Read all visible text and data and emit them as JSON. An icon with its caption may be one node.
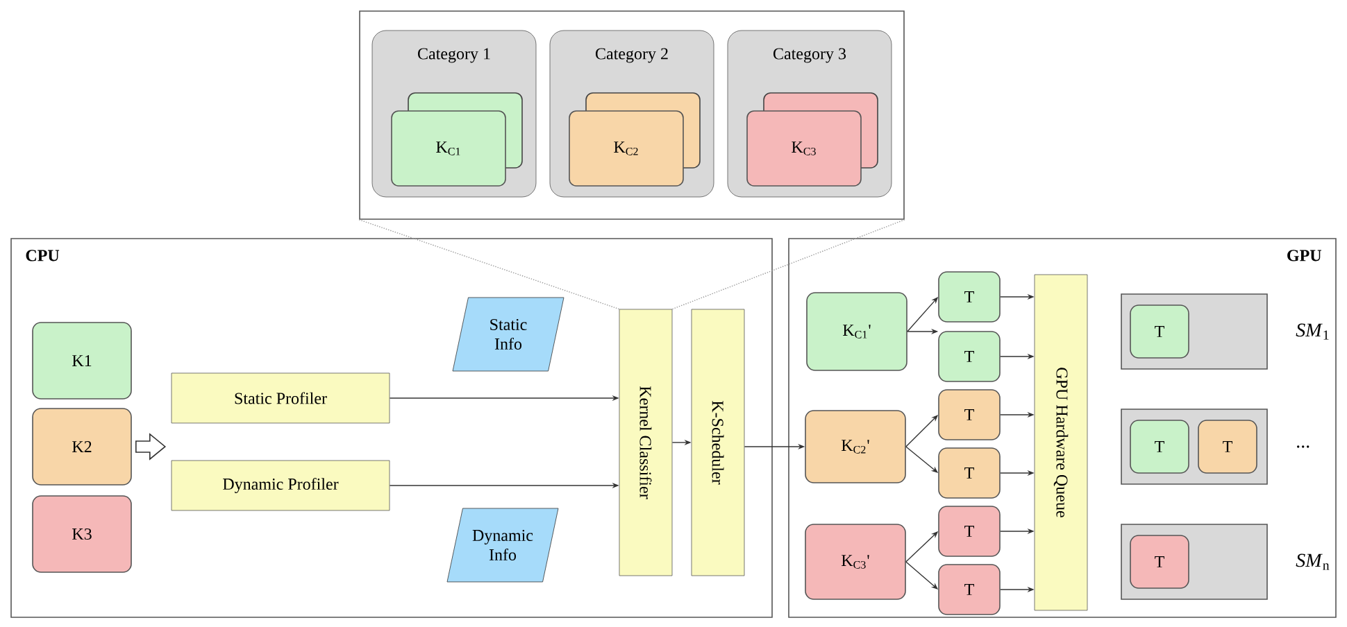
{
  "diagram": {
    "nodes": [
      {
        "text": [],
        "shape": "box"
      },
      {
        "text": [
          "Category 1"
        ],
        "in": 0
      },
      {
        "text": [
          "K$_{C1}$"
        ],
        "in": 1
      },
      {
        "text": [
          "Category 2"
        ],
        "in": 0
      },
      {
        "text": [
          "K$_{C2}$"
        ],
        "in": 3
      },
      {
        "text": [
          "Category 3"
        ],
        "in": 0
      },
      {
        "text": [
          "K$_{C3}$"
        ],
        "in": 5
      },
      {
        "text": [
          "CPU"
        ]
      },
      {
        "text": [
          "K1"
        ],
        "in": 7
      },
      {
        "text": [
          "K2"
        ],
        "in": 7
      },
      {
        "text": [
          "K3"
        ],
        "in": 7
      },
      {
        "text": [
          "Static Profiler"
        ],
        "in": 7
      },
      {
        "text": [
          "Dynamic Profiler"
        ],
        "in": 7
      },
      {
        "text": [
          "Static Info"
        ],
        "in": 7
      },
      {
        "text": [
          "Dynamic Info"
        ],
        "in": 7
      },
      {
        "text": [
          "Kernel Classifier"
        ],
        "in": 7
      },
      {
        "text": [
          "K-Scheduler"
        ],
        "in": 7
      },
      {
        "text": [
          "GPU"
        ]
      },
      {
        "text": [
          "K$_{C1}$'"
        ],
        "in": 17
      },
      {
        "text": [
          "T"
        ],
        "in": 17
      },
      {
        "text": [
          "T"
        ],
        "in": 17
      },
      {
        "text": [
          "K$_{C2}$'"
        ],
        "in": 17
      },
      {
        "text": [
          "T"
        ],
        "in": 17
      },
      {
        "text": [
          "T"
        ],
        "in": 17
      },
      {
        "text": [
          "K$_{C3}$'"
        ],
        "in": 17
      },
      {
        "text": [
          "T"
        ],
        "in": 17
      },
      {
        "text": [
          "T"
        ],
        "in": 17
      },
      {
        "text": [
          "GPU Hardware Queue"
        ],
        "in": 17
      },
      {
        "text": [],
        "shape": "box",
        "in": 17,
        "beside": [
          "*SM*$_{1}$"
        ]
      },
      {
        "text": [
          "T"
        ],
        "in": 28
      },
      {
        "text": [],
        "shape": "box",
        "in": 17,
        "beside": [
          "..."
        ]
      },
      {
        "text": [
          "T"
        ],
        "in": 30
      },
      {
        "text": [
          "T"
        ],
        "in": 30
      },
      {
        "text": [],
        "shape": "box",
        "in": 17,
        "beside": [
          "*SM*$_{n}$"
        ]
      },
      {
        "text": [
          "T"
        ],
        "in": 33
      }
    ],
    "edges": [
      {
        "from": 0,
        "to": 15,
        "arrow": "none",
        "style": "dashed",
        "color": "#999999"
      },
      {
        "from": 0,
        "to": 15,
        "arrow": "none",
        "style": "dashed",
        "color": "#999999"
      },
      {
        "from": 9,
        "to": null,
        "arrow": "to"
      },
      {
        "from": 11,
        "to": 15,
        "arrow": "to"
      },
      {
        "from": 12,
        "to": 15,
        "arrow": "to"
      },
      {
        "from": 15,
        "to": 16,
        "arrow": "to"
      },
      {
        "from": 16,
        "to": 21,
        "arrow": "to"
      },
      {
        "from": 18,
        "to": 19,
        "arrow": "to"
      },
      {
        "from": 18,
        "to": 20,
        "arrow": "to"
      },
      {
        "from": 21,
        "to": 22,
        "arrow": "to"
      },
      {
        "from": 21,
        "to": 23,
        "arrow": "to"
      },
      {
        "from": 24,
        "to": 25,
        "arrow": "to"
      },
      {
        "from": 24,
        "to": 26,
        "arrow": "to"
      },
      {
        "from": 19,
        "to": 27,
        "arrow": "to"
      },
      {
        "from": 20,
        "to": 27,
        "arrow": "to"
      },
      {
        "from": 22,
        "to": 27,
        "arrow": "to"
      },
      {
        "from": 23,
        "to": 27,
        "arrow": "to"
      },
      {
        "from": 25,
        "to": 27,
        "arrow": "to"
      },
      {
        "from": 26,
        "to": 27,
        "arrow": "to"
      }
    ]
  }
}
